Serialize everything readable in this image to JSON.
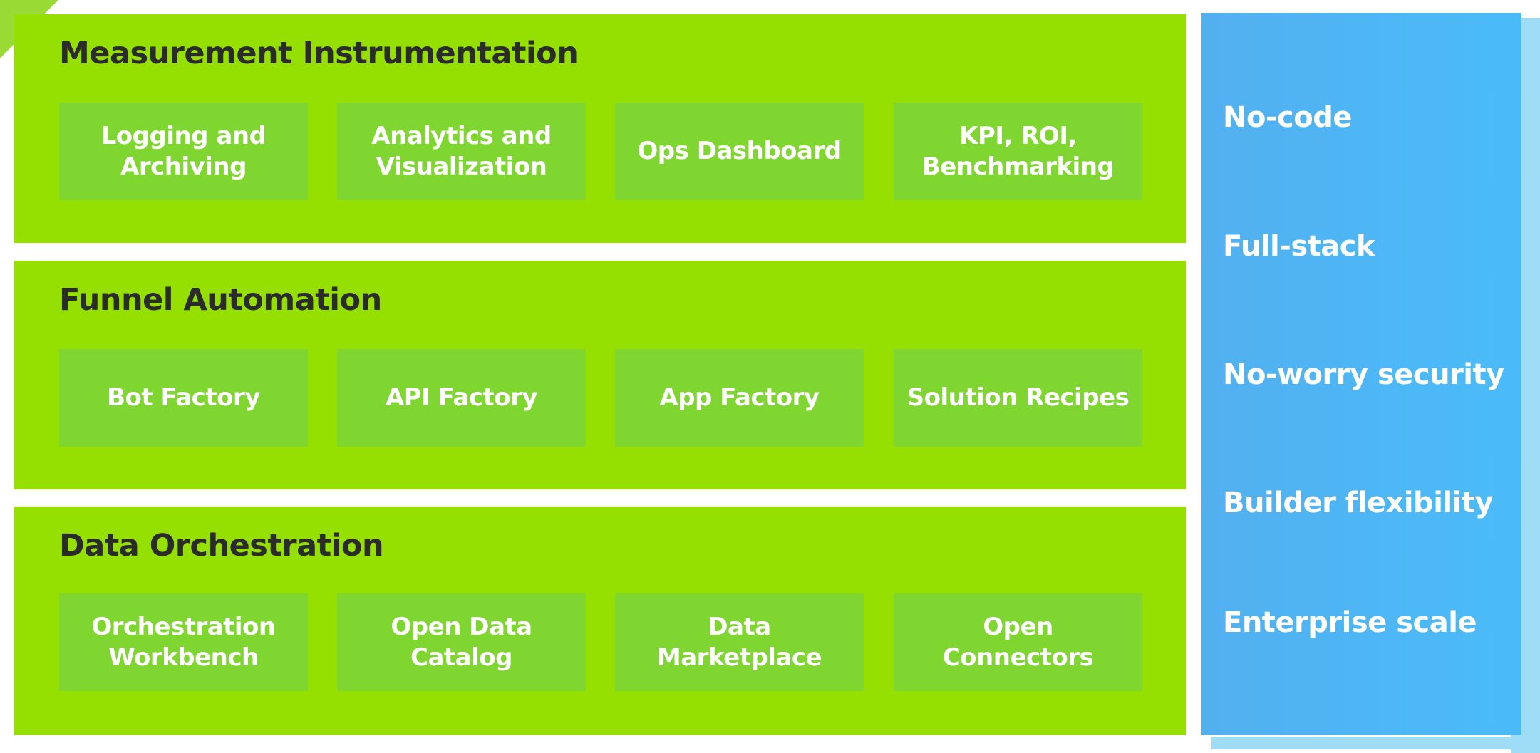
{
  "layers": [
    {
      "title": "Measurement Instrumentation",
      "cards": [
        "Logging and\nArchiving",
        "Analytics and\nVisualization",
        "Ops Dashboard",
        "KPI, ROI,\nBenchmarking"
      ]
    },
    {
      "title": "Funnel Automation",
      "cards": [
        "Bot Factory",
        "API Factory",
        "App Factory",
        "Solution Recipes"
      ]
    },
    {
      "title": "Data Orchestration",
      "cards": [
        "Orchestration\nWorkbench",
        "Open Data\nCatalog",
        "Data\nMarketplace",
        "Open\nConnectors"
      ]
    }
  ],
  "benefits": [
    "No-code",
    "Full-stack",
    "No-worry security",
    "Builder flexibility",
    "Enterprise scale"
  ],
  "colors": {
    "layer_bg": "#95e000",
    "card_bg": "#54c20a",
    "title_text": "#2b2b2b",
    "sidebar_gradient_start": "#3777c4",
    "sidebar_gradient_end": "#0eb0f2"
  }
}
